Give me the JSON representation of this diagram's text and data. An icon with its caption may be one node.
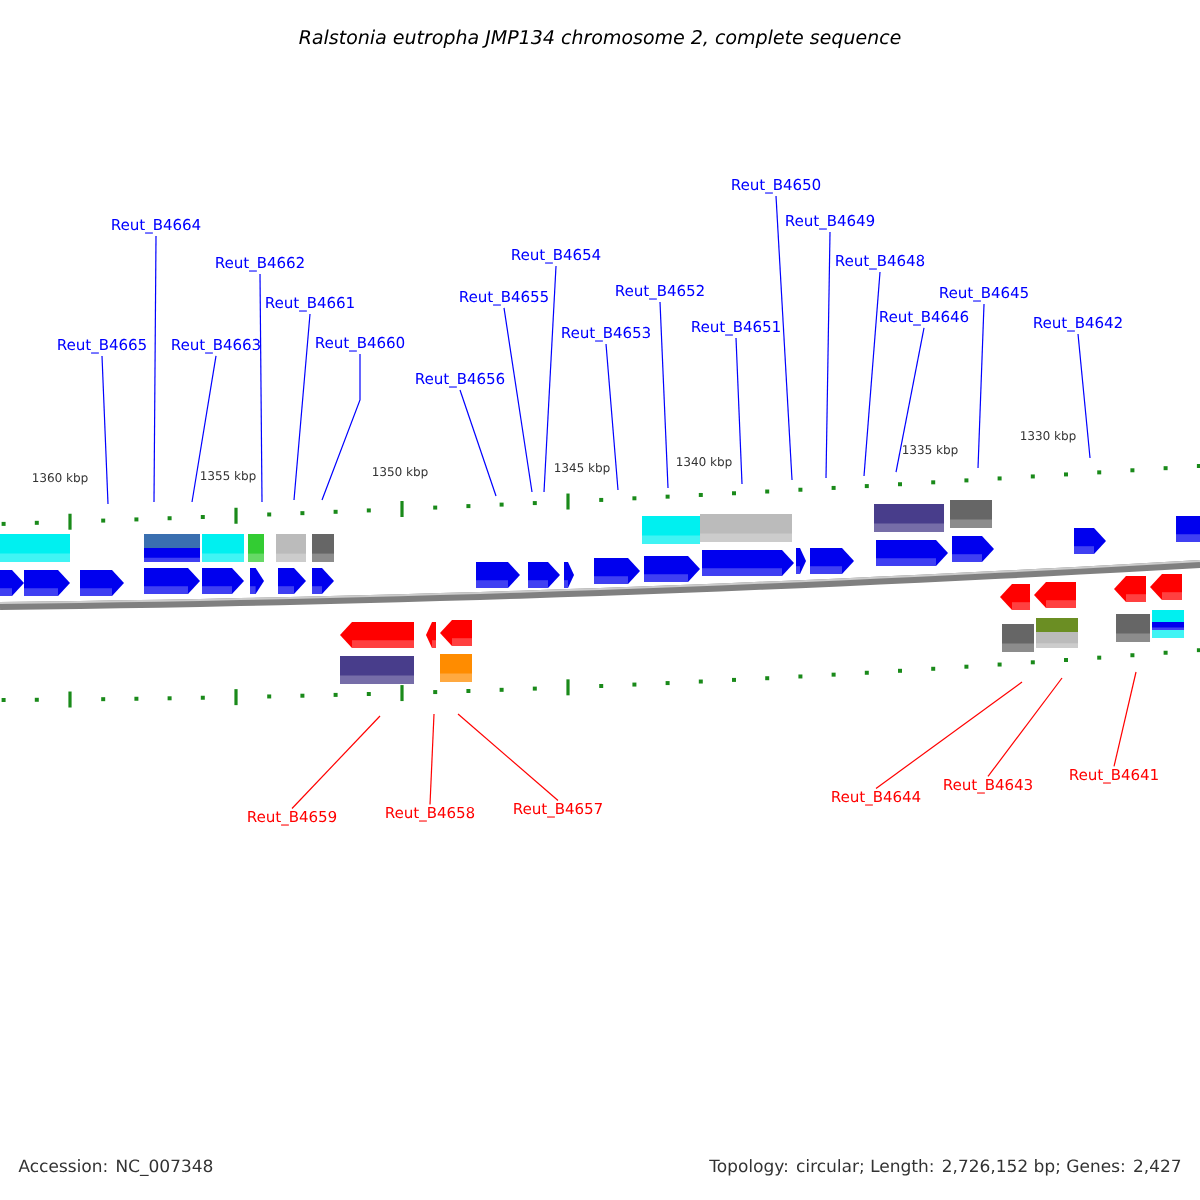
{
  "diagram": {
    "title": "Ralstonia eutropha JMP134 chromosome 2, complete sequence",
    "nodes": [
      {
        "text": [
          "Reut_B4665"
        ]
      },
      {
        "text": [
          "Reut_B4664"
        ]
      },
      {
        "text": [
          "Reut_B4663"
        ]
      },
      {
        "text": [
          "Reut_B4662"
        ]
      },
      {
        "text": [
          "Reut_B4661"
        ]
      },
      {
        "text": [
          "Reut_B4660"
        ]
      },
      {
        "text": [
          "Reut_B4656"
        ]
      },
      {
        "text": [
          "Reut_B4655"
        ]
      },
      {
        "text": [
          "Reut_B4654"
        ]
      },
      {
        "text": [
          "Reut_B4653"
        ]
      },
      {
        "text": [
          "Reut_B4652"
        ]
      },
      {
        "text": [
          "Reut_B4651"
        ]
      },
      {
        "text": [
          "Reut_B4650"
        ]
      },
      {
        "text": [
          "Reut_B4649"
        ]
      },
      {
        "text": [
          "Reut_B4648"
        ]
      },
      {
        "text": [
          "Reut_B4646"
        ]
      },
      {
        "text": [
          "Reut_B4645"
        ]
      },
      {
        "text": [
          "Reut_B4642"
        ]
      },
      {
        "text": [
          "Reut_B4659"
        ]
      },
      {
        "text": [
          "Reut_B4658"
        ]
      },
      {
        "text": [
          "Reut_B4657"
        ]
      },
      {
        "text": [
          "Reut_B4644"
        ]
      },
      {
        "text": [
          "Reut_B4643"
        ]
      },
      {
        "text": [
          "Reut_B4641"
        ]
      }
    ],
    "edges": [
      {
        "from": 0,
        "to": null,
        "arrow": "none"
      },
      {
        "from": 1,
        "to": null,
        "arrow": "none"
      },
      {
        "from": 2,
        "to": null,
        "arrow": "none"
      },
      {
        "from": 3,
        "to": null,
        "arrow": "none"
      },
      {
        "from": 4,
        "to": null,
        "arrow": "none"
      },
      {
        "from": 5,
        "to": null,
        "arrow": "none"
      },
      {
        "from": 6,
        "to": null,
        "arrow": "none"
      },
      {
        "from": 7,
        "to": null,
        "arrow": "none"
      },
      {
        "from": 8,
        "to": null,
        "arrow": "none"
      },
      {
        "from": 9,
        "to": null,
        "arrow": "none"
      },
      {
        "from": 10,
        "to": null,
        "arrow": "none"
      },
      {
        "from": 11,
        "to": null,
        "arrow": "none"
      },
      {
        "from": 12,
        "to": null,
        "arrow": "none"
      },
      {
        "from": 13,
        "to": null,
        "arrow": "none"
      },
      {
        "from": 14,
        "to": null,
        "arrow": "none"
      },
      {
        "from": 15,
        "to": null,
        "arrow": "none"
      },
      {
        "from": 16,
        "to": null,
        "arrow": "none"
      },
      {
        "from": 17,
        "to": null,
        "arrow": "none"
      },
      {
        "from": 18,
        "to": null,
        "arrow": "none",
        "color": "#ff0000"
      },
      {
        "from": 19,
        "to": null,
        "arrow": "none",
        "color": "#ff0000"
      },
      {
        "from": 20,
        "to": null,
        "arrow": "none",
        "color": "#ff0000"
      },
      {
        "from": 21,
        "to": null,
        "arrow": "none",
        "color": "#ff0000"
      },
      {
        "from": 22,
        "to": null,
        "arrow": "none",
        "color": "#ff0000"
      },
      {
        "from": 23,
        "to": null,
        "arrow": "none",
        "color": "#ff0000"
      }
    ],
    "labels": [
      "1360 kbp",
      "1355 kbp",
      "1350 kbp",
      "1345 kbp",
      "1340 kbp",
      "1335 kbp",
      "1330 kbp",
      "Accession: NC_007348",
      "Topology: circular; Length: 2,726,152 bp; Genes: 2,427"
    ]
  }
}
